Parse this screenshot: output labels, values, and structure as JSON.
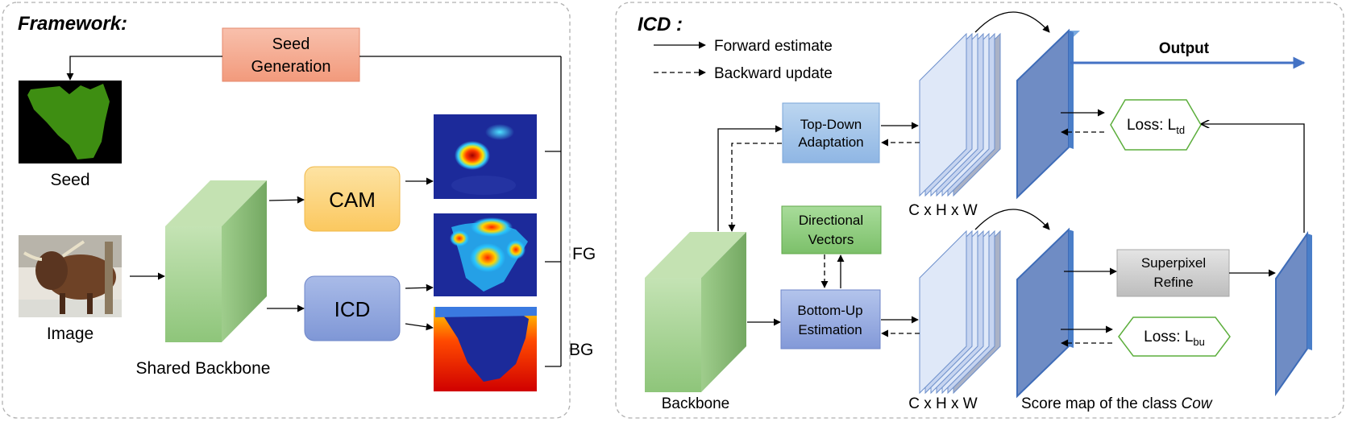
{
  "framework": {
    "title": "Framework:",
    "seed_generation": [
      "Seed",
      "Generation"
    ],
    "seed_label": "Seed",
    "image_label": "Image",
    "backbone_label": "Shared Backbone",
    "cam_label": "CAM",
    "icd_label": "ICD",
    "fg_label": "FG",
    "bg_label": "BG"
  },
  "icd": {
    "title": "ICD :",
    "legend": {
      "forward": "Forward estimate",
      "backward": "Backward update"
    },
    "top_down": [
      "Top-Down",
      "Adaptation"
    ],
    "directional": [
      "Directional",
      "Vectors"
    ],
    "bottom_up": [
      "Bottom-Up",
      "Estimation"
    ],
    "backbone_label": "Backbone",
    "dims_top": "C x H x W",
    "dims_bottom": "C x H x W",
    "output_label": "Output",
    "loss_td": {
      "prefix": "Loss: L",
      "sub": "td"
    },
    "loss_bu": {
      "prefix": "Loss: L",
      "sub": "bu"
    },
    "superpixel": [
      "Superpixel",
      "Refine"
    ],
    "score_map_caption": "Score map of the class ",
    "score_map_class": "Cow"
  },
  "colors": {
    "panel_border": "#b0b0b0",
    "seed_gen_fill": "#f4a88e",
    "cam_fill": "#fdd47f",
    "icd_fill": "#8fa5dc",
    "backbone_green": "#9fd08a",
    "top_down_fill": "#a9c8ea",
    "directional_fill": "#8fd08a",
    "bottom_up_fill": "#9cb1e4",
    "superpixel_fill": "#cccccc",
    "loss_border": "#5cae3c",
    "score_map": "#6f8cc4",
    "output_arrow": "#4472c4"
  }
}
